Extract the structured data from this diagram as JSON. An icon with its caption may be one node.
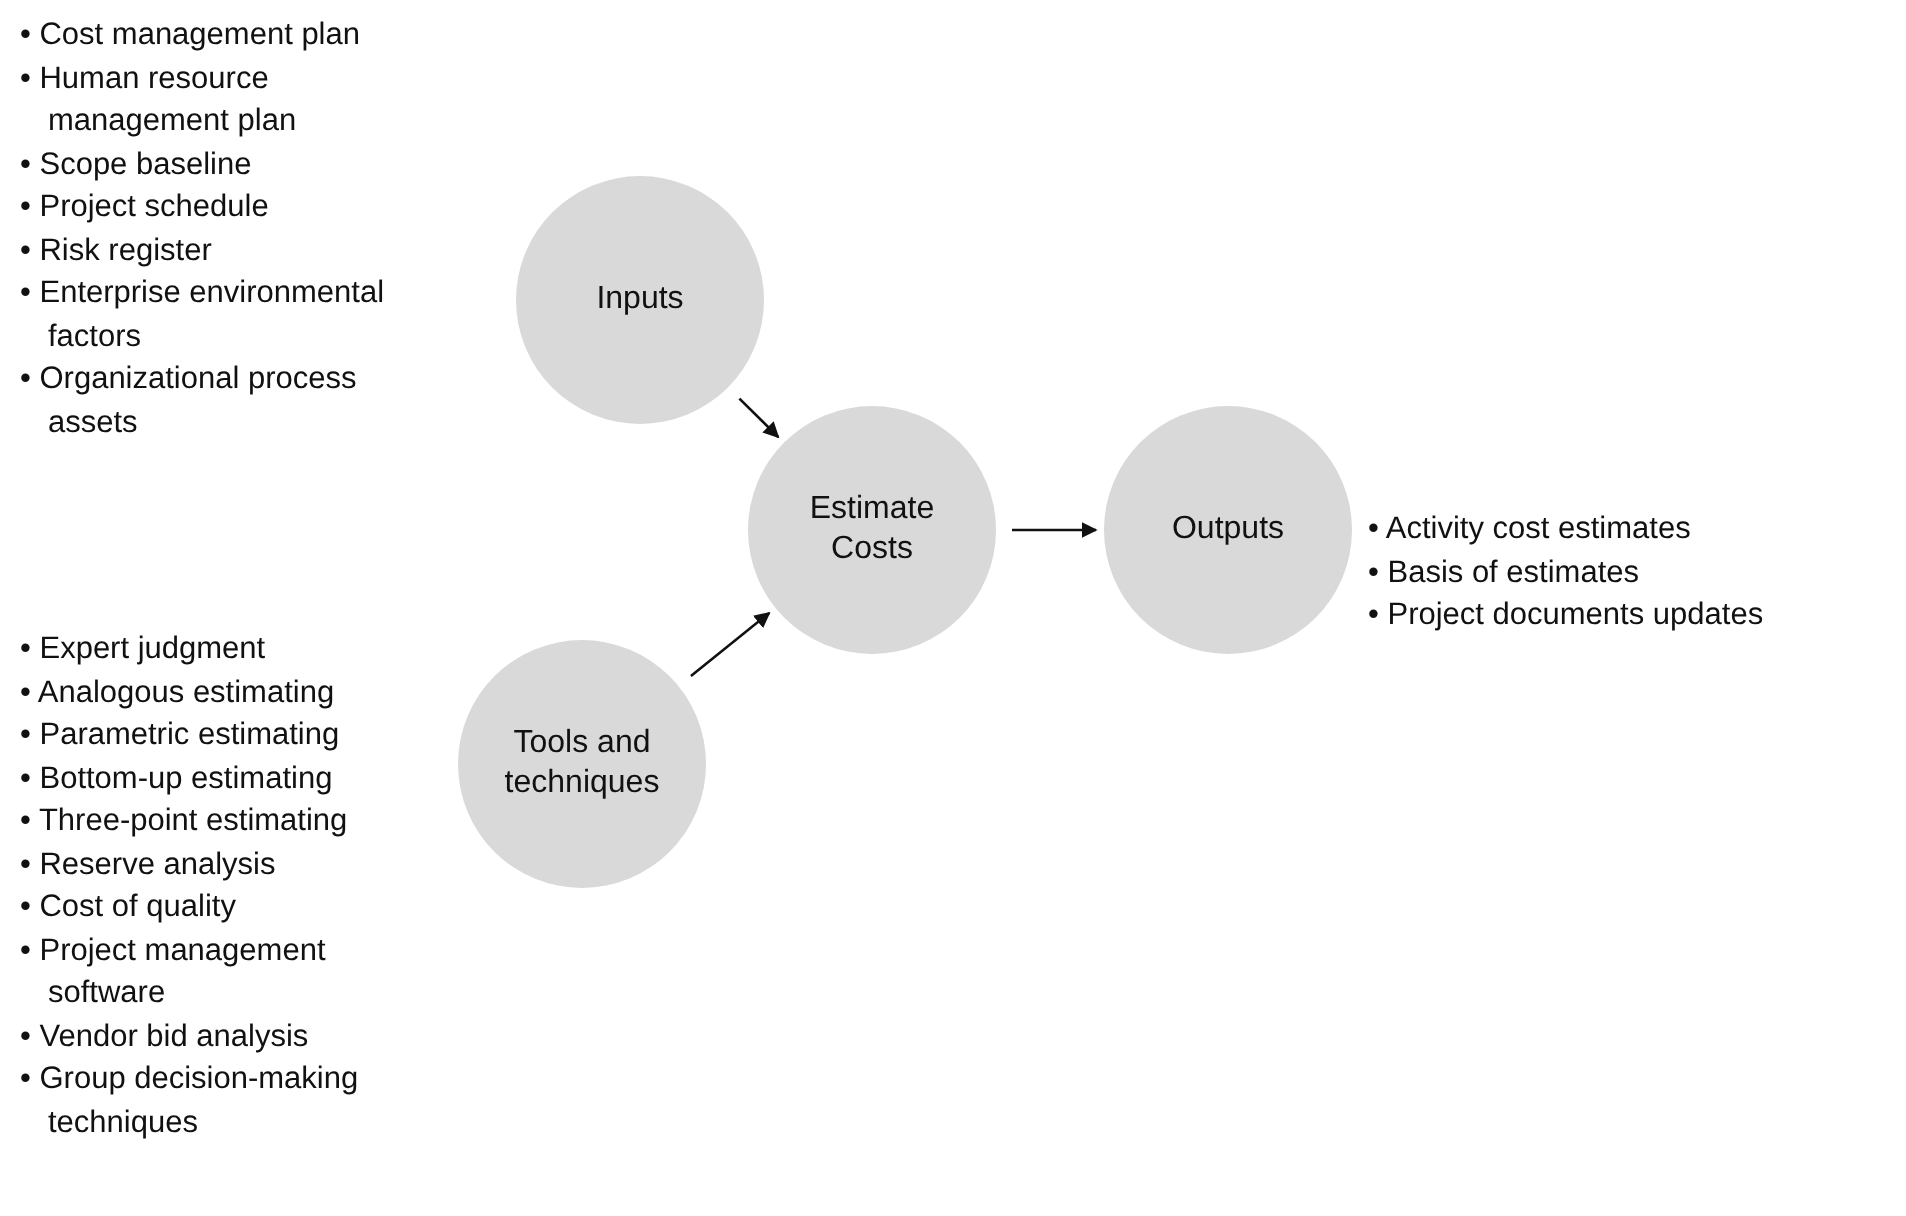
{
  "diagram": {
    "nodes": [
      {
        "text": [
          "Inputs"
        ],
        "beside": [
          "• Cost management plan",
          "• Human resource management plan",
          "• Scope baseline",
          "• Project schedule",
          "• Risk register",
          "• Enterprise environmental factors",
          "• Organizational process assets"
        ]
      },
      {
        "text": [
          "Estimate Costs"
        ]
      },
      {
        "text": [
          "Outputs"
        ],
        "beside": [
          "• Activity cost estimates",
          "• Basis of estimates",
          "• Project documents updates"
        ]
      },
      {
        "text": [
          "Tools and techniques"
        ],
        "beside": [
          "• Expert judgment",
          "• Analogous estimating",
          "• Parametric estimating",
          "• Bottom-up estimating",
          "• Three-point estimating",
          "• Reserve analysis",
          "• Cost of quality",
          "• Project management software",
          "• Vendor bid analysis",
          "• Group decision-making techniques"
        ]
      }
    ],
    "edges": [
      {
        "from": 0,
        "to": 1,
        "arrow": "to"
      },
      {
        "from": 3,
        "to": 1,
        "arrow": "to"
      },
      {
        "from": 1,
        "to": 2,
        "arrow": "to"
      }
    ]
  }
}
